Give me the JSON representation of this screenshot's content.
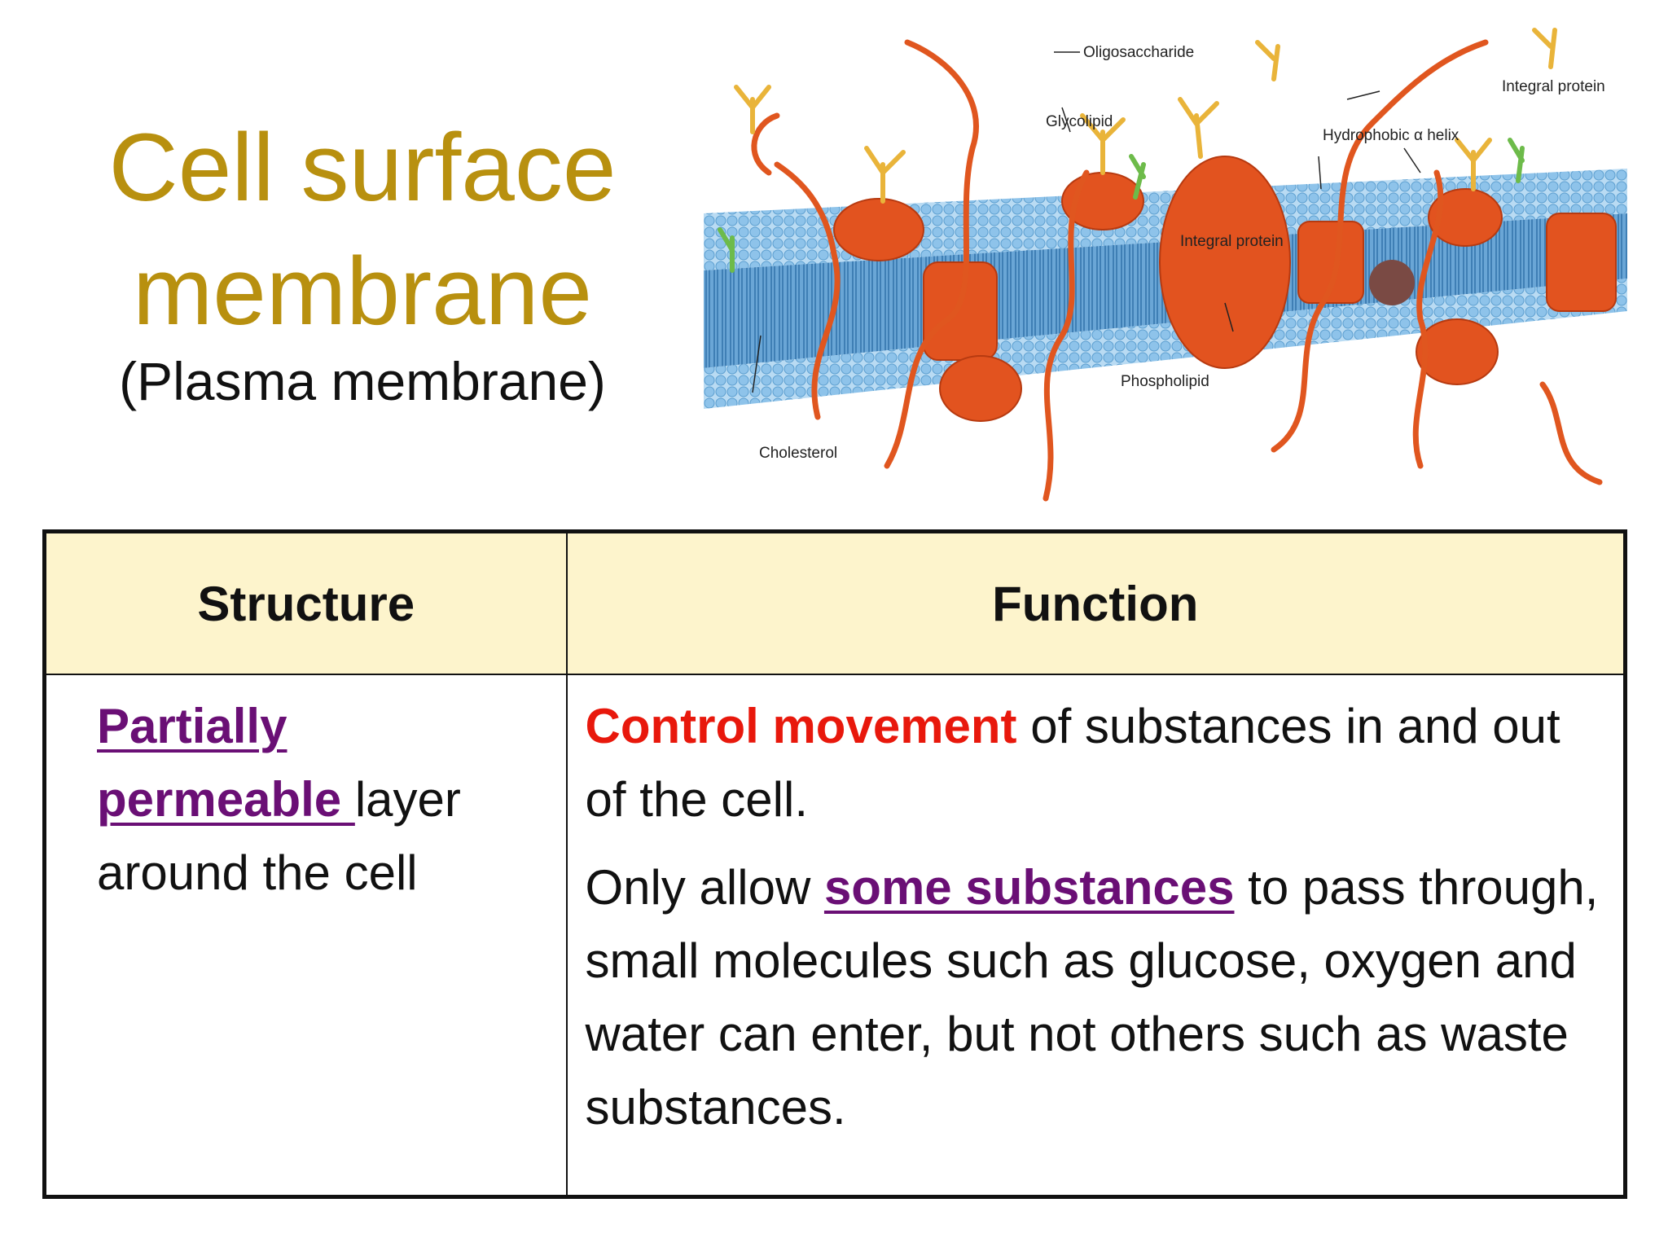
{
  "slide": {
    "title_line1": "Cell surface",
    "title_line2": "membrane",
    "subtitle": "(Plasma membrane)"
  },
  "diagram": {
    "labels": {
      "oligosaccharide": "Oligosaccharide",
      "glycolipid": "Glycolipid",
      "integral_protein_top": "Integral protein",
      "hydrophobic_helix": "Hydrophobic α helix",
      "integral_protein_mid": "Integral protein",
      "phospholipid": "Phospholipid",
      "cholesterol": "Cholesterol"
    },
    "colors": {
      "lipid_head": "#8ec3ea",
      "lipid_tail": "#4f8fc4",
      "protein": "#e2531f",
      "sugar": "#e9b43a",
      "glycolipid_chain": "#6dbb4a"
    }
  },
  "table": {
    "headers": {
      "structure": "Structure",
      "function": "Function"
    },
    "structure_cell": {
      "kw1": "Partially",
      "kw2": "permeable ",
      "rest1": "layer",
      "rest2": "around the cell"
    },
    "function_cell": {
      "p1_kw": "Control movement",
      "p1_rest": " of substances in and out of the cell.",
      "p2_start": "Only allow ",
      "p2_kw": "some substances",
      "p2_rest": " to pass through, small molecules such as glucose, oxygen and water can enter, but not others such as waste substances."
    },
    "colors": {
      "header_bg": "#fdf4cc",
      "keyword_purple": "#6a0f75",
      "keyword_red": "#e8180c"
    }
  },
  "colors": {
    "title": "#b8900f"
  }
}
